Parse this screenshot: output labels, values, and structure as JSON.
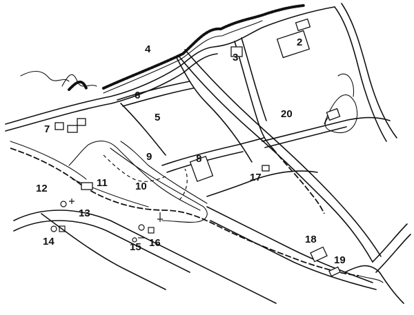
{
  "map": {
    "labels": [
      {
        "id": "2",
        "text": "2"
      },
      {
        "id": "3",
        "text": "3"
      },
      {
        "id": "4",
        "text": "4"
      },
      {
        "id": "5",
        "text": "5"
      },
      {
        "id": "6",
        "text": "6"
      },
      {
        "id": "7",
        "text": "7"
      },
      {
        "id": "8",
        "text": "8"
      },
      {
        "id": "9",
        "text": "9"
      },
      {
        "id": "10",
        "text": "10"
      },
      {
        "id": "11",
        "text": "11"
      },
      {
        "id": "12",
        "text": "12"
      },
      {
        "id": "13",
        "text": "13"
      },
      {
        "id": "14",
        "text": "14"
      },
      {
        "id": "15",
        "text": "15"
      },
      {
        "id": "16",
        "text": "16"
      },
      {
        "id": "17",
        "text": "17"
      },
      {
        "id": "18",
        "text": "18"
      },
      {
        "id": "19",
        "text": "19"
      },
      {
        "id": "20",
        "text": "20"
      }
    ]
  }
}
